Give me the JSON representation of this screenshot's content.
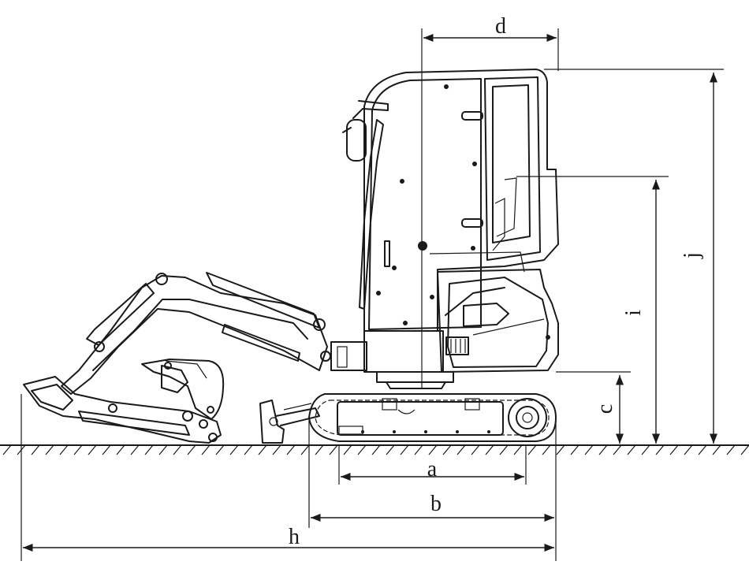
{
  "diagram": {
    "labels": {
      "a": "a",
      "b": "b",
      "c": "c",
      "d": "d",
      "h": "h",
      "i": "i",
      "j": "j"
    }
  }
}
